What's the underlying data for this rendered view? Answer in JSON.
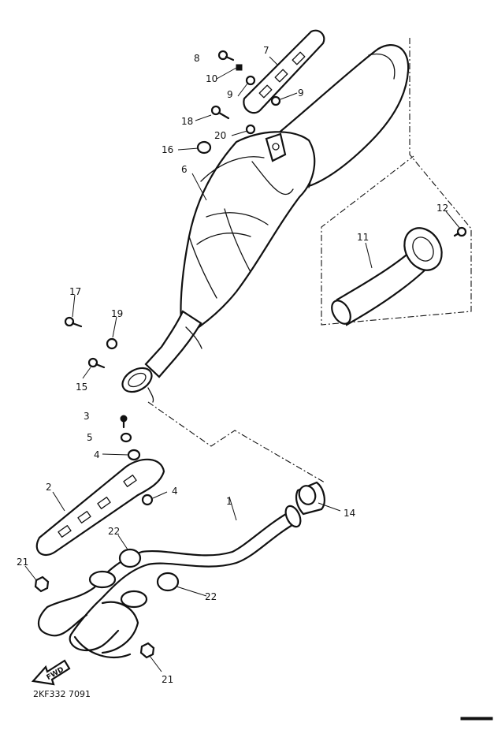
{
  "diagram": {
    "callouts": {
      "c1": "1",
      "c2": "2",
      "c3": "3",
      "c4a": "4",
      "c4b": "4",
      "c5": "5",
      "c6": "6",
      "c7": "7",
      "c8": "8",
      "c9a": "9",
      "c9b": "9",
      "c10": "10",
      "c11": "11",
      "c12": "12",
      "c14": "14",
      "c15": "15",
      "c16": "16",
      "c17": "17",
      "c18": "18",
      "c19": "19",
      "c20": "20",
      "c21a": "21",
      "c21b": "21",
      "c22a": "22",
      "c22b": "22"
    },
    "fwd_label": "FWD",
    "drawing_code": "2KF332 7091"
  }
}
